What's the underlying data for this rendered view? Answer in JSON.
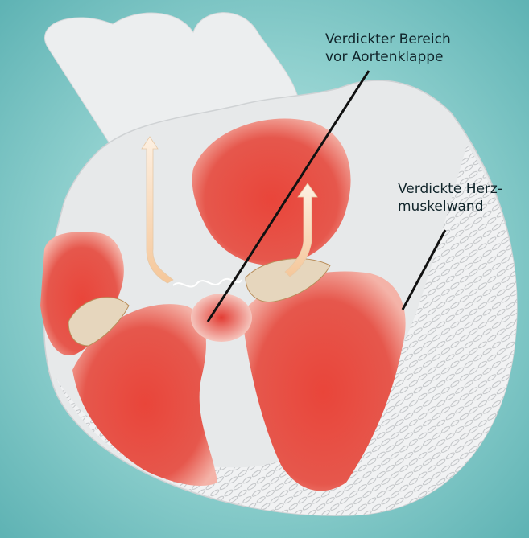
{
  "diagram": {
    "colors": {
      "background": "#5fb3b4",
      "heart_outer": "#eef0f1",
      "chamber_red": "#e2473d",
      "myocardium_lines": "#c9ccce",
      "leader_line": "#111111"
    },
    "labels": {
      "aortic_thickening": {
        "line1": "Verdickter Bereich",
        "line2": "vor Aortenklappe"
      },
      "thickened_wall": {
        "line1": "Verdickte Herz-",
        "line2": "muskelwand"
      }
    }
  }
}
